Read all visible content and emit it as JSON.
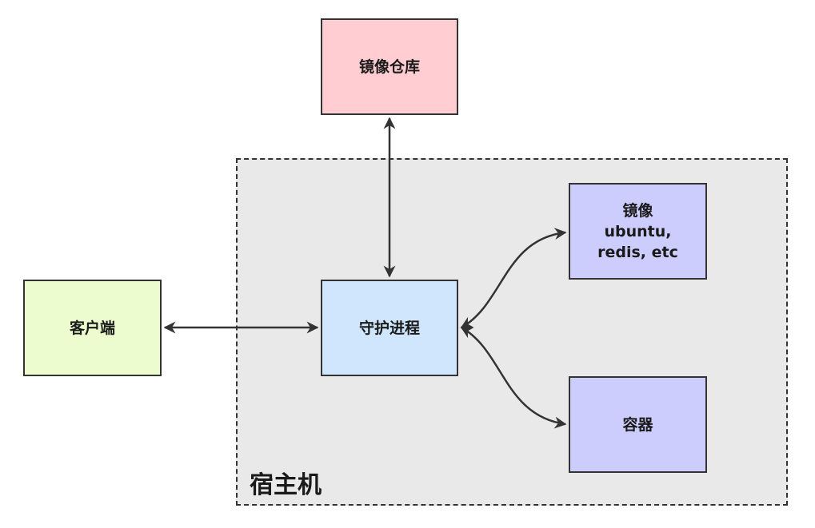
{
  "colors": {
    "registry_fill": "#ffcdd2",
    "client_fill": "#ecfccf",
    "daemon_fill": "#cfe6fd",
    "image_fill": "#cccdfc",
    "container_fill": "#cccdfc",
    "host_fill": "#e9e9e9",
    "border": "#333333"
  },
  "host": {
    "label": "宿主机"
  },
  "nodes": {
    "registry": "镜像仓库",
    "client": "客户端",
    "daemon": "守护进程",
    "images": {
      "line1": "镜像",
      "line2": "ubuntu,",
      "line3": "redis, etc"
    },
    "containers": "容器"
  },
  "edges": [
    {
      "from": "client",
      "to": "daemon",
      "direction": "both"
    },
    {
      "from": "daemon",
      "to": "registry",
      "direction": "both"
    },
    {
      "from": "daemon",
      "to": "images",
      "direction": "both"
    },
    {
      "from": "daemon",
      "to": "containers",
      "direction": "both"
    }
  ]
}
